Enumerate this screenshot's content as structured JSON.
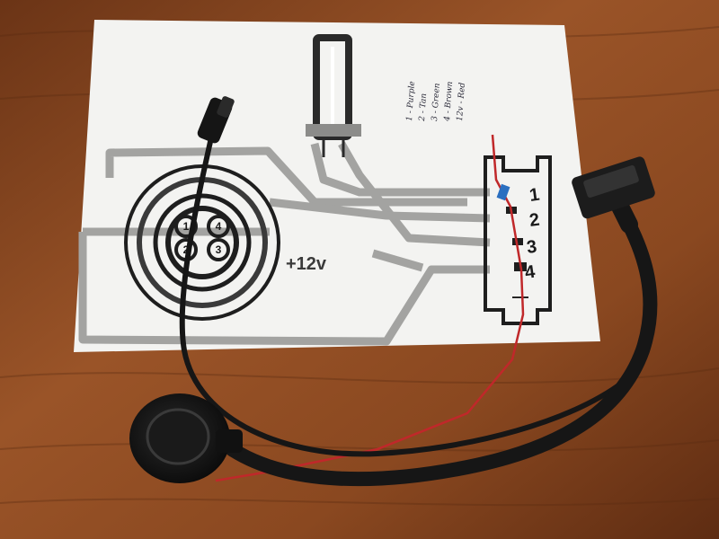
{
  "photo": {
    "connector_pins": [
      "1",
      "2",
      "3",
      "4"
    ],
    "connector_minus": "—",
    "round_connector_pins": [
      "1",
      "2",
      "3",
      "4"
    ],
    "supply_label": "+12v",
    "handwritten_legend": [
      "1 - Purple",
      "2 - Tan",
      "3 - Green",
      "4 - Brown",
      "12v - Red"
    ]
  },
  "colors": {
    "table": "#8a4a22",
    "paper": "#f4f4f2",
    "trace": "#9a9a98",
    "cable": "#1b1b1b",
    "red_wire": "#c0282a"
  }
}
